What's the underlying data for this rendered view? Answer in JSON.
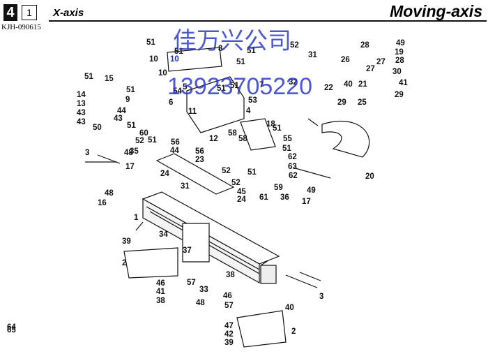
{
  "header": {
    "page_number": "4",
    "page_sub": "1",
    "section": "X-axis",
    "title": "Moving-axis",
    "doc_code": "KJH-090615"
  },
  "watermark": {
    "line1": "佳万兴公司",
    "line2": "13923705220"
  },
  "callouts": [
    "1",
    "2",
    "2",
    "3",
    "3",
    "4",
    "5",
    "6",
    "7",
    "8",
    "9",
    "10",
    "10",
    "10",
    "11",
    "12",
    "13",
    "14",
    "15",
    "16",
    "17",
    "17",
    "18",
    "19",
    "20",
    "21",
    "22",
    "23",
    "24",
    "24",
    "25",
    "26",
    "27",
    "27",
    "28",
    "28",
    "29",
    "29",
    "30",
    "31",
    "31",
    "32",
    "33",
    "34",
    "35",
    "36",
    "37",
    "38",
    "38",
    "39",
    "39",
    "40",
    "40",
    "41",
    "41",
    "42",
    "43",
    "43",
    "43",
    "44",
    "44",
    "45",
    "46",
    "46",
    "47",
    "48",
    "48",
    "48",
    "49",
    "49",
    "50",
    "51",
    "51",
    "51",
    "51",
    "51",
    "51",
    "51",
    "51",
    "51",
    "51",
    "51",
    "51",
    "51",
    "52",
    "52",
    "52",
    "52",
    "53",
    "54",
    "55",
    "56",
    "56",
    "57",
    "57",
    "58",
    "58",
    "59",
    "60",
    "61",
    "62",
    "62",
    "63",
    "64",
    "65"
  ],
  "colors": {
    "ink": "#111111",
    "watermark": "#2433c4"
  }
}
